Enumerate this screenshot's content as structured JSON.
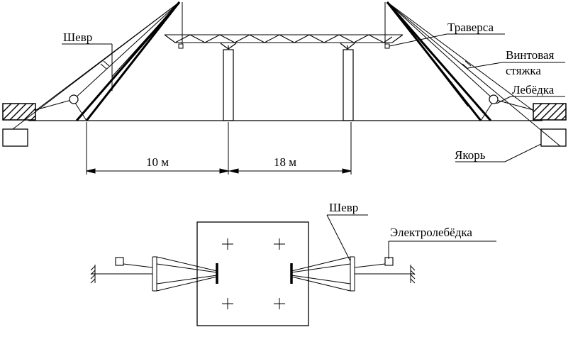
{
  "labels": {
    "shevr_top": "Шевр",
    "traversa": "Траверса",
    "vintovaya_line1": "Винтовая",
    "vintovaya_line2": "стяжка",
    "lebedka": "Лебёдка",
    "yakor": "Якорь",
    "shevr_bottom": "Шевр",
    "elektrolebedka": "Электролебёдка"
  },
  "dimensions": {
    "left_span": "10 м",
    "right_span": "18 м"
  }
}
